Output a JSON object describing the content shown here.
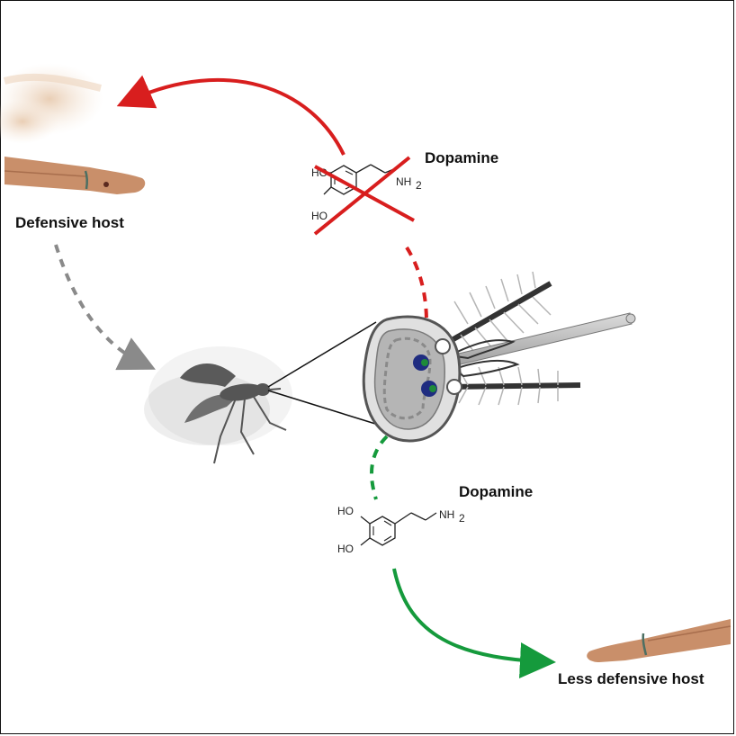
{
  "labels": {
    "defensive_host": "Defensive host",
    "less_defensive_host": "Less defensive host",
    "dopamine_top": "Dopamine",
    "dopamine_bottom": "Dopamine"
  },
  "molecule": {
    "ho_1": "HO",
    "ho_2": "HO",
    "nh2": "NH",
    "nh2_sub": "2"
  },
  "colors": {
    "inhibit_red": "#d81e1e",
    "promote_green": "#159a3c",
    "neutral_gray": "#8a8a8a",
    "skin": "#c98f6a",
    "mosquito": "#555555"
  }
}
